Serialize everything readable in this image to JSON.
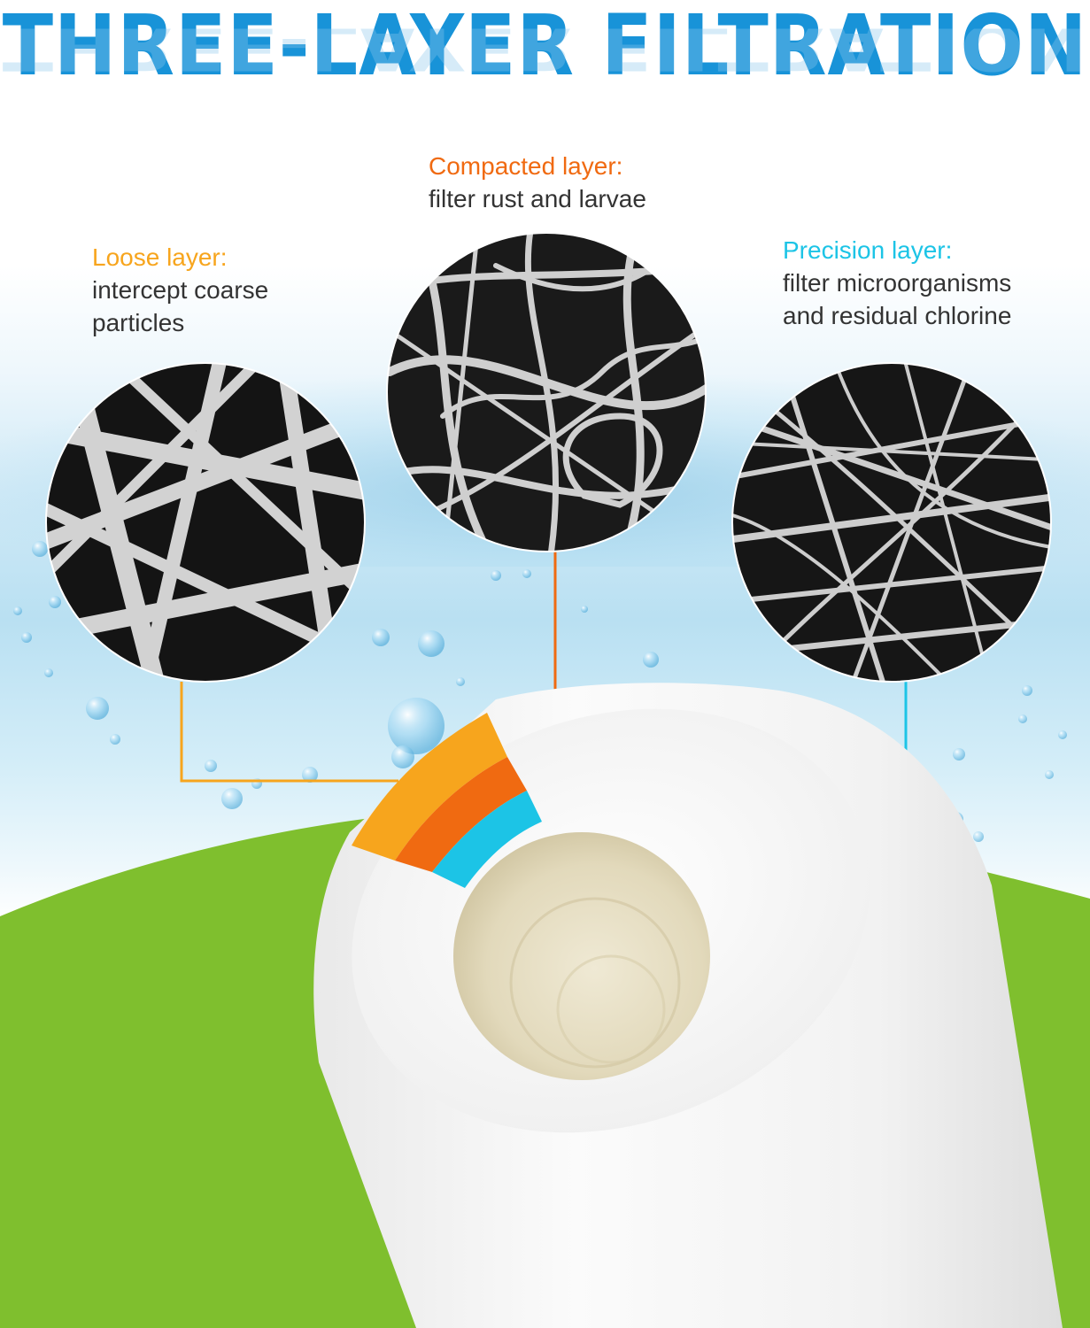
{
  "title": "THREE-LAYER FILTRATION",
  "layers": [
    {
      "heading": "Loose layer:",
      "description": "intercept coarse\nparticles",
      "color": "#F7A51D"
    },
    {
      "heading": "Compacted layer:",
      "description": "filter rust and larvae",
      "color": "#F06A11"
    },
    {
      "heading": "Precision layer:",
      "description": "filter microorganisms\nand residual chlorine",
      "color": "#1CC4E6"
    }
  ],
  "colors": {
    "title": "#1893D8",
    "ground": "#7FBF2E",
    "fiber_background": "#141414",
    "fiber": "#D2D2D2"
  }
}
